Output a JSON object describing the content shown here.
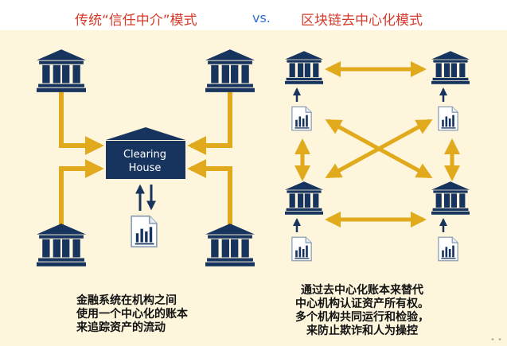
{
  "titles": {
    "left": "传统“信任中介”模式",
    "vs": "vs.",
    "right": "区块链去中心化模式"
  },
  "clearing_house": {
    "line1": "Clearing",
    "line2": "House"
  },
  "captions": {
    "left": [
      "金融系统在机构之间",
      "使用一个中心化的账本",
      "来追踪资产的流动"
    ],
    "right": [
      "通过去中心化账本来替代",
      "中心机构认证资产所有权。",
      "多个机构共同运行和检验，",
      "来防止欺诈和人为操控"
    ]
  },
  "watermark": "• •",
  "colors": {
    "title_red": "#d63a2a",
    "vs_blue": "#2f6fd1",
    "navy": "#17345e",
    "gold": "#e0aa1c",
    "panel_bg": "#fdf5dc"
  },
  "icons": {
    "bank": "bank-building-icon",
    "ledger": "ledger-document-icon"
  }
}
